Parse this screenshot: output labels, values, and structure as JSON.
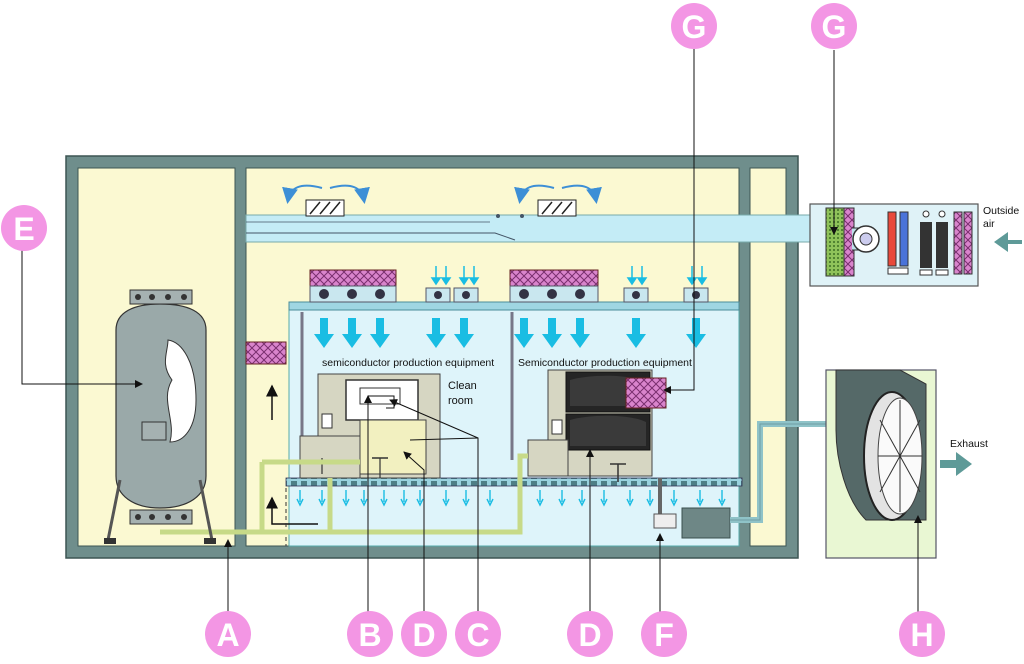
{
  "colors": {
    "wall": "#6f8e8c",
    "wall_dark": "#4d6866",
    "cream": "#fbf9d2",
    "cleanroom": "#def4fa",
    "duct": "#c4ecf6",
    "air_arrow": "#19bde3",
    "filter": "#d984cc",
    "badge": "#f396e4",
    "machine": "#d6d6c2",
    "machine_dark": "#252525",
    "pipe_green": "#c7da88",
    "tank": "#9aa9a9",
    "exhaust_box": "#e9f7d3",
    "teal_arrow": "#5e9a98"
  },
  "text": {
    "equipment_left": "semiconductor production equipment",
    "equipment_right": "Semiconductor production equipment",
    "clean_room_line1": "Clean",
    "clean_room_line2": "room",
    "outside_air_line1": "Outside",
    "outside_air_line2": "air",
    "exhaust": "Exhaust"
  },
  "badges": {
    "A": "A",
    "B": "B",
    "C": "C",
    "D1": "D",
    "D2": "D",
    "E": "E",
    "F": "F",
    "G1": "G",
    "G2": "G",
    "H": "H"
  },
  "icons": {
    "intake_arrow": "teal-arrow-right-icon",
    "exhaust_arrow": "teal-arrow-right-icon",
    "fan": "axial-fan-icon",
    "blower": "centrifugal-blower-icon",
    "ceiling_fan_unit": "fan-filter-unit-icon"
  }
}
